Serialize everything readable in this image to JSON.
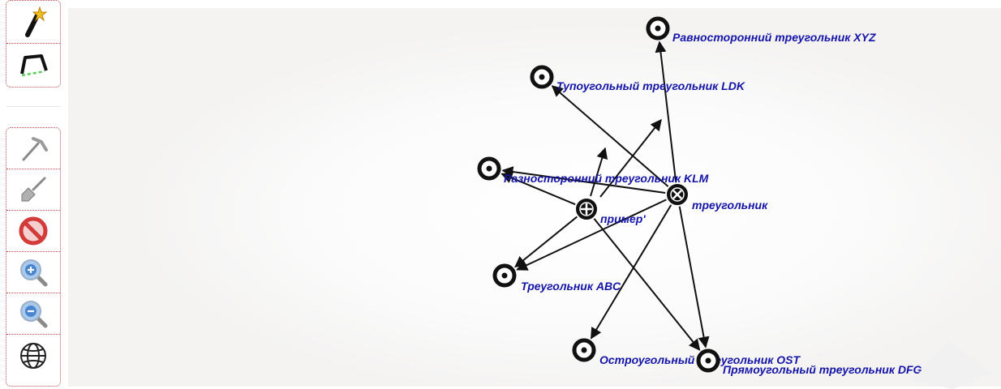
{
  "toolbar": {
    "top_group": [
      {
        "icon": "magic-wand-icon",
        "name": "wand-tool-button"
      },
      {
        "icon": "frame-edit-icon",
        "name": "frame-tool-button"
      }
    ],
    "bottom_group": [
      {
        "icon": "hammer-icon",
        "name": "hammer-tool-button"
      },
      {
        "icon": "brush-icon",
        "name": "brush-tool-button"
      },
      {
        "icon": "prohibited-icon",
        "name": "delete-tool-button"
      },
      {
        "icon": "zoom-in-icon",
        "name": "zoom-in-button"
      },
      {
        "icon": "zoom-out-icon",
        "name": "zoom-out-button"
      },
      {
        "icon": "globe-icon",
        "name": "globe-button"
      }
    ]
  },
  "graph": {
    "label_color": "#1414a8",
    "nodes": {
      "xyz": {
        "label": "Равносторонний треугольник XYZ",
        "kind": "target"
      },
      "ldk": {
        "label": "Тупоугольный треугольник LDK",
        "kind": "target"
      },
      "klm": {
        "label": "Разносторонний треугольник KLM",
        "kind": "target"
      },
      "center": {
        "label": "треугольник",
        "kind": "cross"
      },
      "primer": {
        "label": "пример'",
        "kind": "plus"
      },
      "abc": {
        "label": "Треугольник ABC",
        "kind": "target"
      },
      "ost": {
        "label": "Остроугольный треугольник OST",
        "kind": "target"
      },
      "dfg": {
        "label": "Прямоугольный треугольник DFG",
        "kind": "target"
      }
    },
    "edges": [
      [
        "center",
        "xyz"
      ],
      [
        "center",
        "ldk"
      ],
      [
        "center",
        "klm"
      ],
      [
        "center",
        "abc"
      ],
      [
        "center",
        "ost"
      ],
      [
        "center",
        "dfg"
      ],
      [
        "primer",
        "klm"
      ],
      [
        "primer",
        "abc"
      ],
      [
        "primer",
        "dfg"
      ]
    ]
  }
}
